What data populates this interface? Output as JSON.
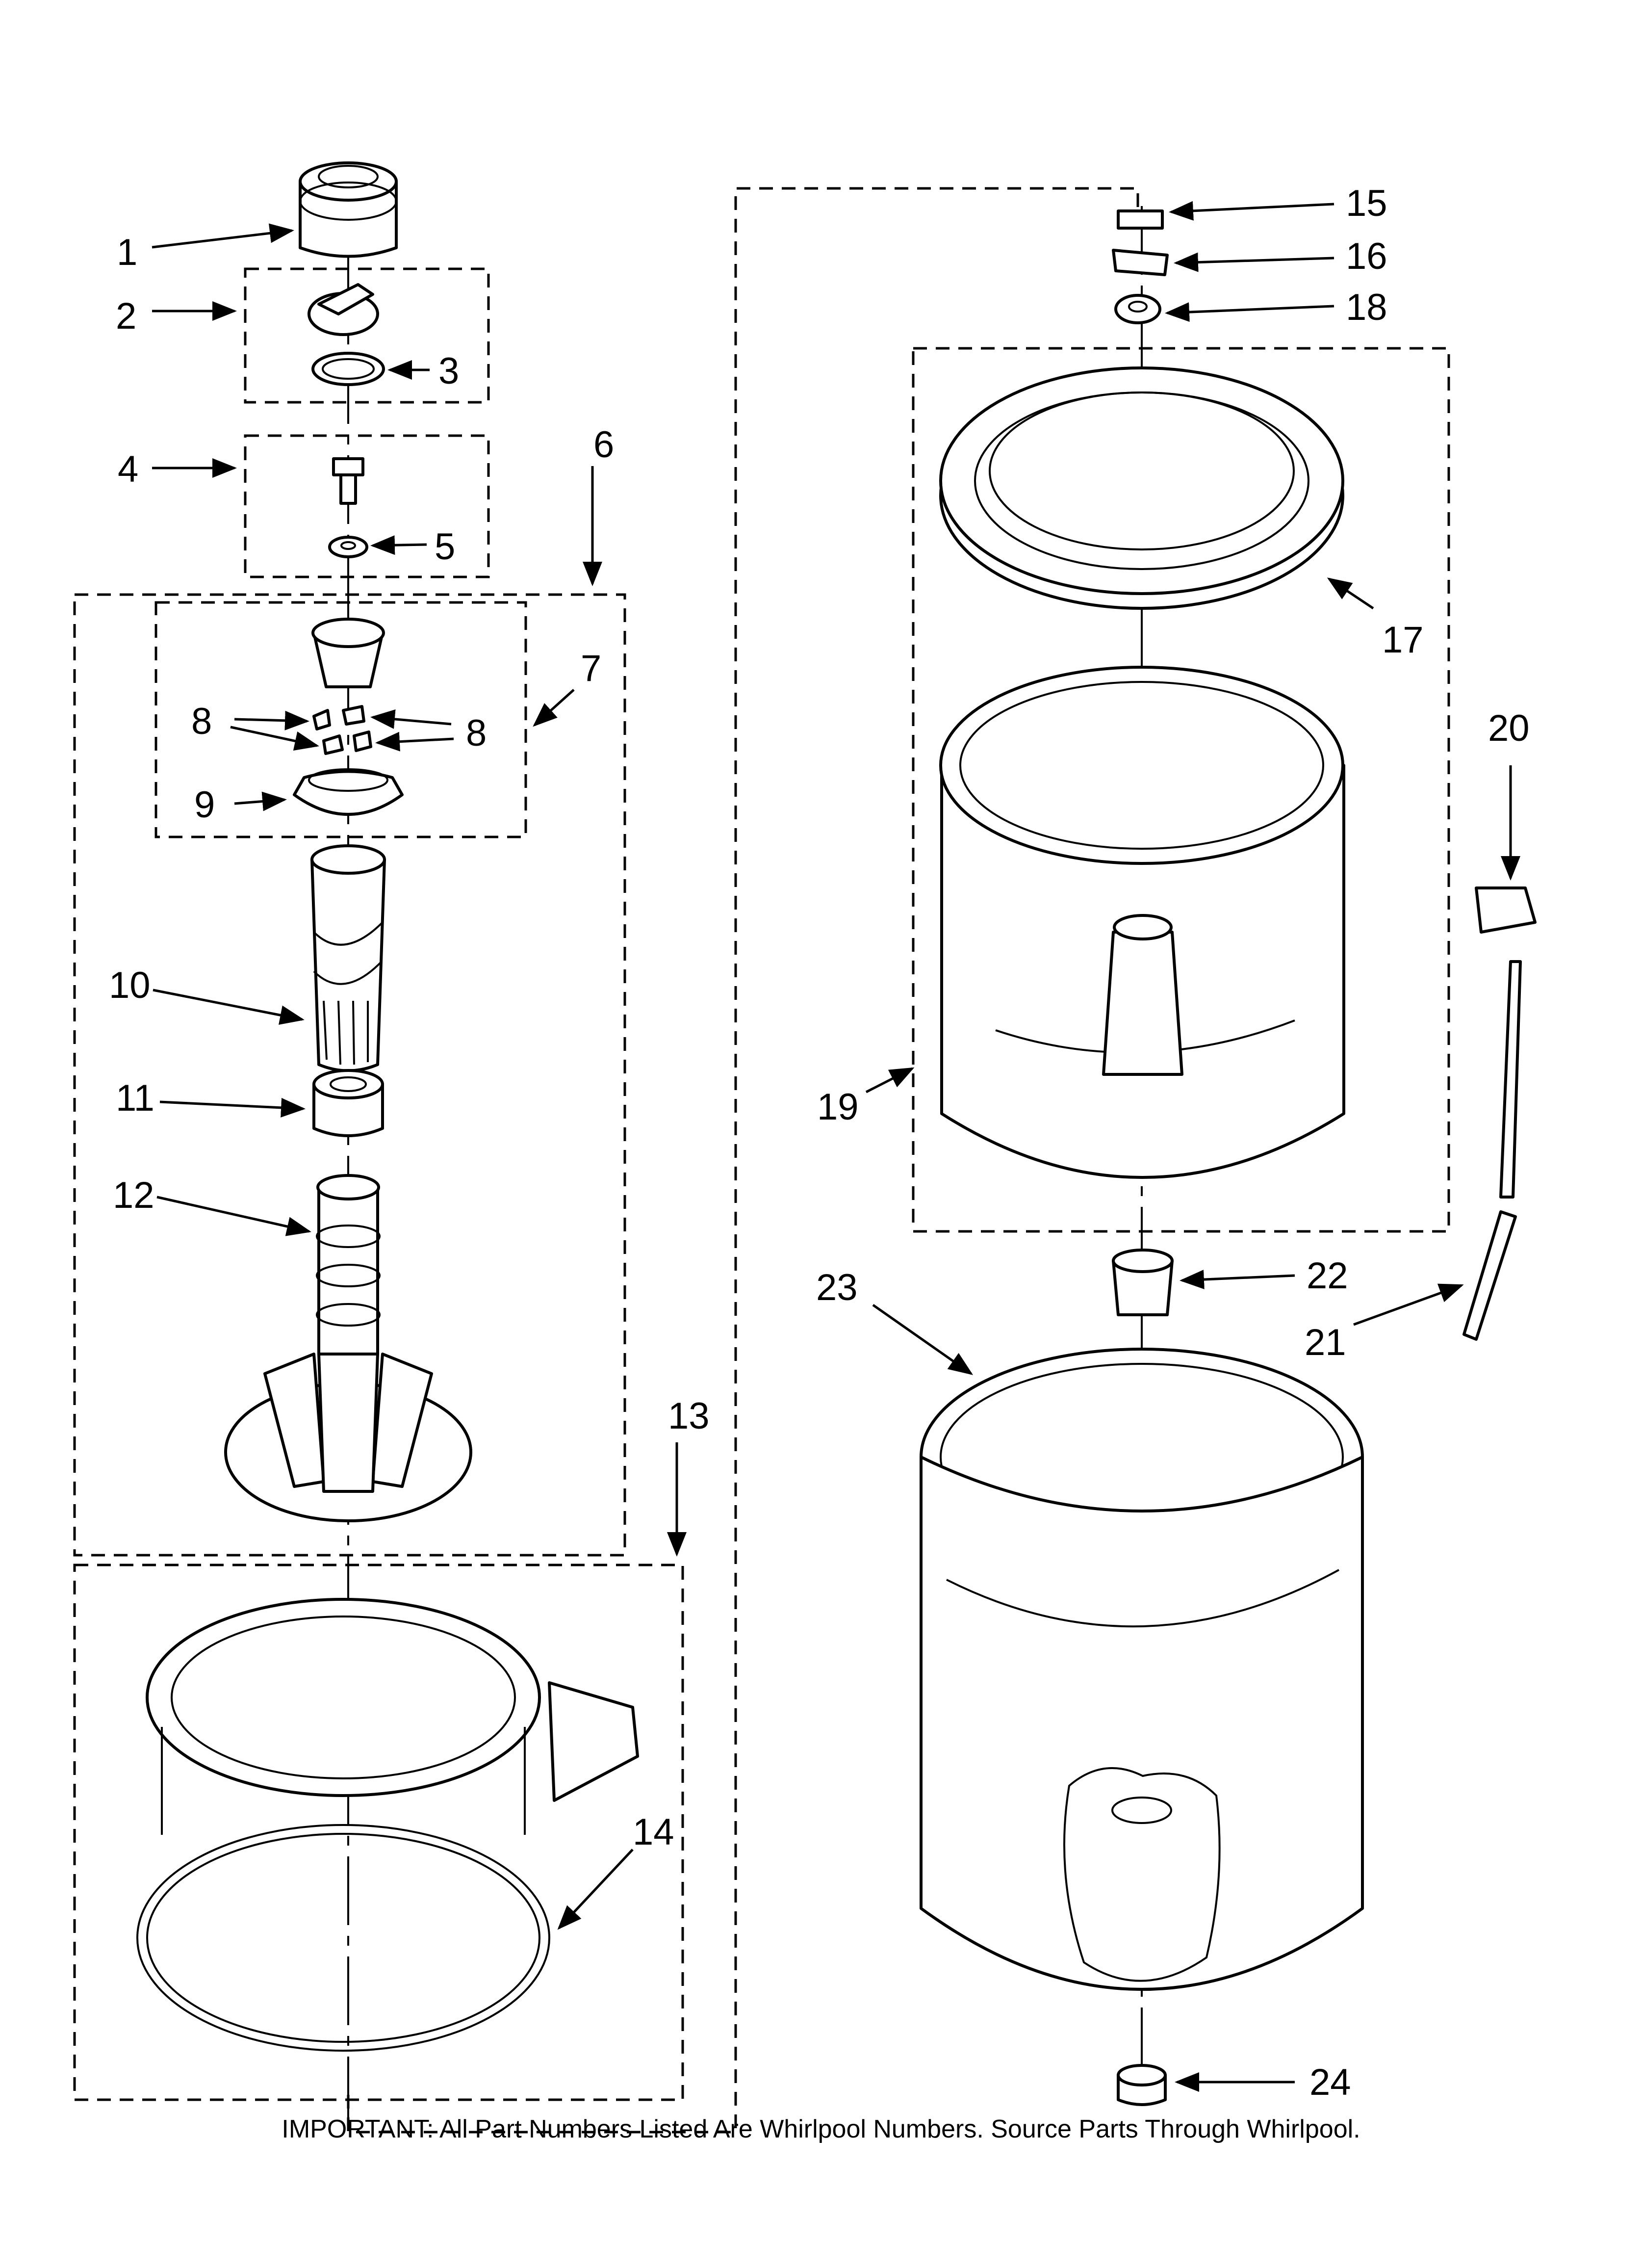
{
  "callouts": [
    {
      "id": "1",
      "label": "1"
    },
    {
      "id": "2",
      "label": "2"
    },
    {
      "id": "3",
      "label": "3"
    },
    {
      "id": "4",
      "label": "4"
    },
    {
      "id": "5",
      "label": "5"
    },
    {
      "id": "6",
      "label": "6"
    },
    {
      "id": "7",
      "label": "7"
    },
    {
      "id": "8a",
      "label": "8"
    },
    {
      "id": "8b",
      "label": "8"
    },
    {
      "id": "9",
      "label": "9"
    },
    {
      "id": "10",
      "label": "10"
    },
    {
      "id": "11",
      "label": "11"
    },
    {
      "id": "12",
      "label": "12"
    },
    {
      "id": "13",
      "label": "13"
    },
    {
      "id": "14",
      "label": "14"
    },
    {
      "id": "15",
      "label": "15"
    },
    {
      "id": "16",
      "label": "16"
    },
    {
      "id": "17",
      "label": "17"
    },
    {
      "id": "18",
      "label": "18"
    },
    {
      "id": "19",
      "label": "19"
    },
    {
      "id": "20",
      "label": "20"
    },
    {
      "id": "21",
      "label": "21"
    },
    {
      "id": "22",
      "label": "22"
    },
    {
      "id": "23",
      "label": "23"
    },
    {
      "id": "24",
      "label": "24"
    }
  ],
  "footer_note": "IMPORTANT: All Part Numbers Listed Are Whirlpool Numbers. Source Parts Through Whirlpool."
}
